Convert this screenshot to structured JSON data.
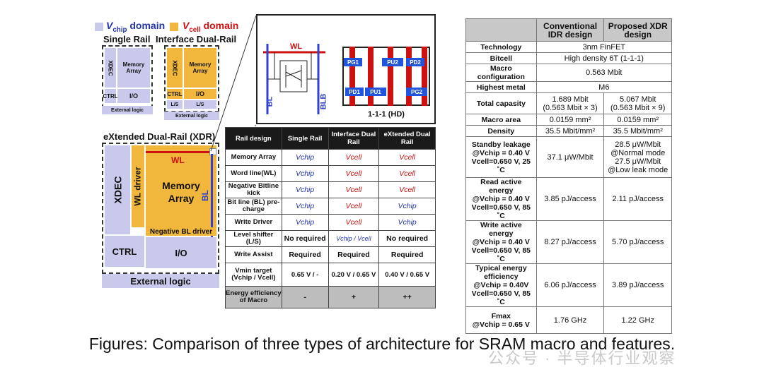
{
  "legend": {
    "vchip": "V",
    "vchip_sub": "chip",
    "vchip_tail": " domain",
    "vcell": "V",
    "vcell_sub": "cell",
    "vcell_tail": " domain",
    "vchip_color": "#c9c9ec",
    "vcell_color": "#f0b73c"
  },
  "single_rail": {
    "title": "Single Rail",
    "xdec": "XDEC",
    "memory": "Memory Array",
    "ctrl": "CTRL",
    "io": "I/O",
    "ext": "External logic"
  },
  "dual_rail": {
    "title": "Interface Dual-Rail",
    "xdec": "XDEC",
    "memory": "Memory Array",
    "ctrl": "CTRL",
    "io": "I/O",
    "ls1": "L/S",
    "ls2": "L/S",
    "ext": "External logic"
  },
  "xdr": {
    "title": "eXtended Dual-Rail (XDR)",
    "xdec": "XDEC",
    "wl_driver": "WL driver",
    "wl": "WL",
    "memory": "Memory Array",
    "bl": "BL",
    "neg_bl": "Negative BL driver",
    "ctrl": "CTRL",
    "io": "I/O",
    "ext": "External logic"
  },
  "circuit": {
    "wl": "WL",
    "bl": "BL",
    "blb": "BLB",
    "pg1": "PG1",
    "pu2": "PU2",
    "pd2": "PD2",
    "pd1": "PD1",
    "pu1": "PU1",
    "pg2": "PG2",
    "label": "1-1-1 (HD)"
  },
  "mid_table": {
    "headers": [
      "Rail design",
      "Single Rail",
      "Interface Dual Rail",
      "eXtended Dual Rail"
    ],
    "rows": [
      {
        "label": "Memory Array",
        "c": [
          "Vchip",
          "Vcell",
          "Vcell"
        ]
      },
      {
        "label": "Word line(WL)",
        "c": [
          "Vchip",
          "Vcell",
          "Vcell"
        ]
      },
      {
        "label": "Negative Bitline kick",
        "c": [
          "Vchip",
          "Vcell",
          "Vcell"
        ]
      },
      {
        "label": "Bit line (BL) pre-charge",
        "c": [
          "Vchip",
          "Vcell",
          "Vchip"
        ]
      },
      {
        "label": "Write Driver",
        "c": [
          "Vchip",
          "Vcell",
          "Vchip"
        ]
      },
      {
        "label": "Level shifter (L/S)",
        "c": [
          "No required",
          "Vchip / Vcell",
          "No required"
        ]
      },
      {
        "label": "Write Assist",
        "c": [
          "Required",
          "Required",
          "Required"
        ]
      },
      {
        "label": "Vmin target (Vchip / Vcell)",
        "c": [
          "0.65 V / -",
          "0.20 V / 0.65 V",
          "0.40 V / 0.65 V"
        ]
      },
      {
        "label": "Energy efficiency of Macro",
        "c": [
          "-",
          "+",
          "++"
        ]
      }
    ]
  },
  "right_table": {
    "headers": [
      "",
      "Conventional IDR design",
      "Proposed XDR design"
    ],
    "technology": {
      "label": "Technology",
      "value": "3nm FinFET"
    },
    "bitcell": {
      "label": "Bitcell",
      "value": "High density 6T (1-1-1)"
    },
    "macro_conf": {
      "label": "Macro configuration",
      "value": "0.563 Mbit"
    },
    "metal": {
      "label": "Highest metal",
      "value": "M6"
    },
    "capacity": {
      "label": "Total capasity",
      "a1": "1.689 Mbit",
      "a2": "(0.563 Mbit × 3)",
      "b1": "5.067 Mbit",
      "b2": "(0.563 Mbit × 9)"
    },
    "area": {
      "label": "Macro area",
      "a": "0.0159 mm²",
      "b": "0.0159 mm²"
    },
    "density": {
      "label": "Density",
      "a": "35.5 Mbit/mm²",
      "b": "35.5 Mbit/mm²"
    },
    "standby": {
      "label": "Standby leakage",
      "cond1": "@Vchip = 0.40 V",
      "cond2": "Vcell=0.650 V, 25 ˚C",
      "a": "37.1 μW/Mbit",
      "b1": "28.5 μW/Mbit",
      "b2": "@Normal mode",
      "b3": "27.5 μW/Mbit",
      "b4": "@Low leak mode"
    },
    "read": {
      "label": "Read active energy",
      "cond1": "@Vchip = 0.40 V",
      "cond2": "Vcell=0.650 V, 85 ˚C",
      "a": "3.85 pJ/access",
      "b": "2.11 pJ/access"
    },
    "write": {
      "label": "Write active energy",
      "cond1": "@Vchip = 0.40 V",
      "cond2": "Vcell=0.650 V, 85 ˚C",
      "a": "8.27 pJ/access",
      "b": "5.70 pJ/access"
    },
    "typical": {
      "label": "Typical energy efficiency",
      "cond1": "@Vchip = 0.40V",
      "cond2": "Vcell=0.650 V, 85 ˚C",
      "a": "6.06 pJ/access",
      "b": "3.89 pJ/access"
    },
    "fmax": {
      "label": "Fmax",
      "cond": "@Vchip = 0.65 V",
      "a": "1.76 GHz",
      "b": "1.22 GHz"
    }
  },
  "caption": "Figures: Comparison of three types of architecture for SRAM macro and features.",
  "watermark": "公众号 · 半导体行业观察"
}
